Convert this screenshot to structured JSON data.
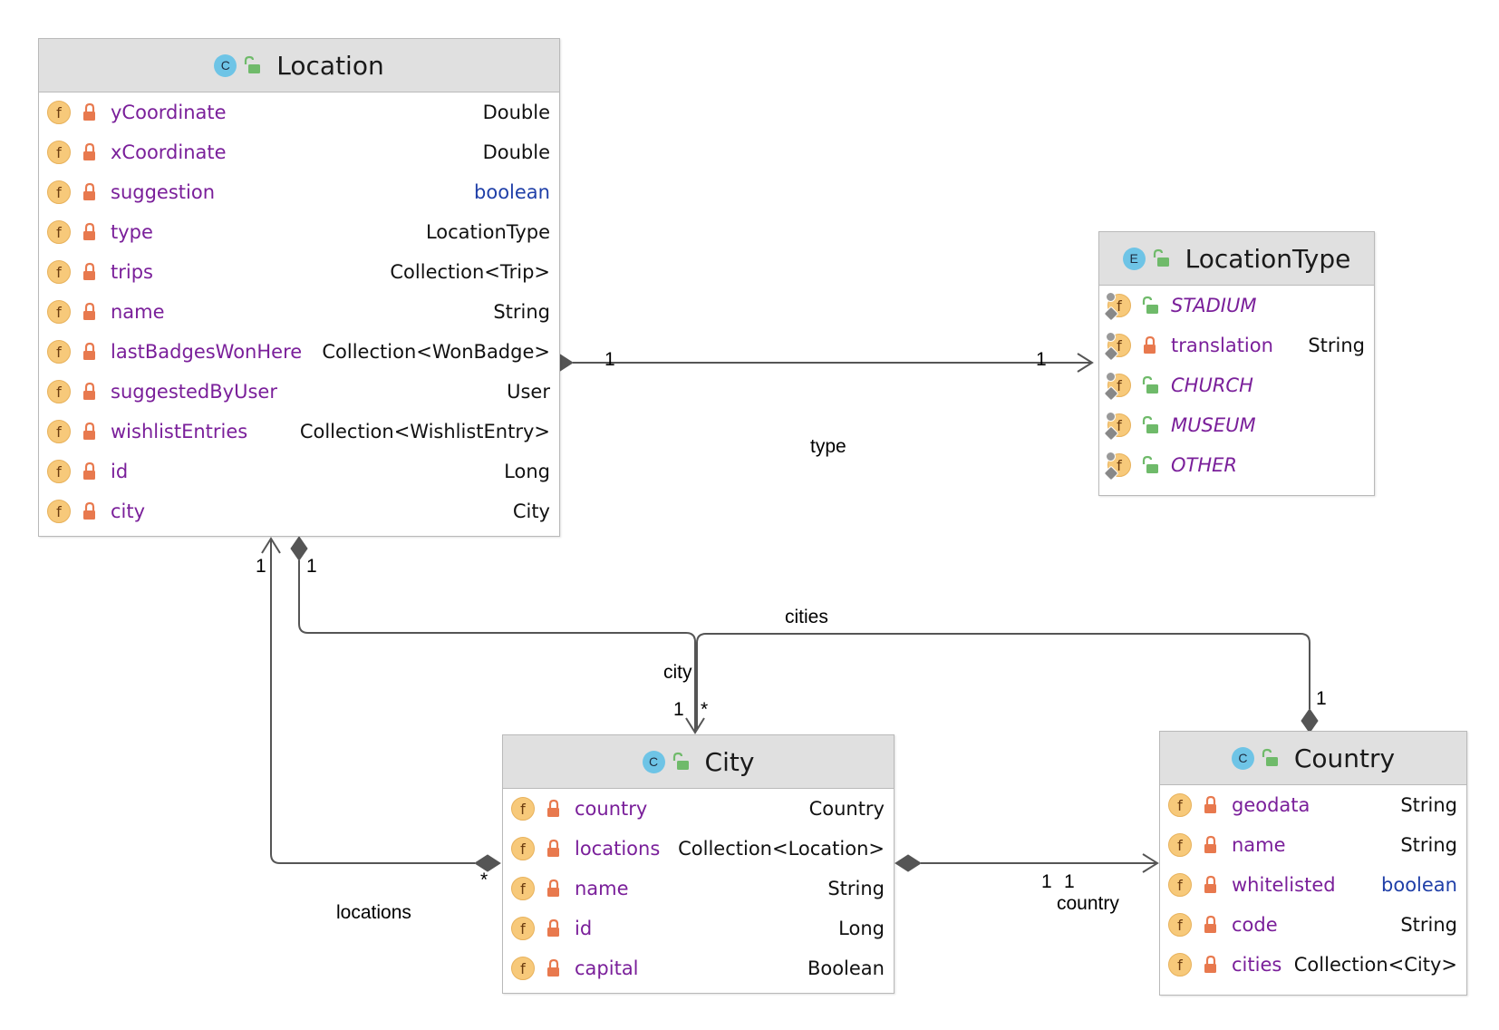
{
  "classes": {
    "location": {
      "title": "Location",
      "kind": "C",
      "fields": [
        {
          "name": "yCoordinate",
          "type": "Double",
          "primitive": false
        },
        {
          "name": "xCoordinate",
          "type": "Double",
          "primitive": false
        },
        {
          "name": "suggestion",
          "type": "boolean",
          "primitive": true
        },
        {
          "name": "type",
          "type": "LocationType",
          "primitive": false
        },
        {
          "name": "trips",
          "type": "Collection<Trip>",
          "primitive": false
        },
        {
          "name": "name",
          "type": "String",
          "primitive": false
        },
        {
          "name": "lastBadgesWonHere",
          "type": "Collection<WonBadge>",
          "primitive": false
        },
        {
          "name": "suggestedByUser",
          "type": "User",
          "primitive": false
        },
        {
          "name": "wishlistEntries",
          "type": "Collection<WishlistEntry>",
          "primitive": false
        },
        {
          "name": "id",
          "type": "Long",
          "primitive": false
        },
        {
          "name": "city",
          "type": "City",
          "primitive": false
        }
      ]
    },
    "location_type": {
      "title": "LocationType",
      "kind": "E",
      "fields": [
        {
          "name": "STADIUM",
          "type": "",
          "enum_constant": true
        },
        {
          "name": "translation",
          "type": "String",
          "enum_constant": false
        },
        {
          "name": "CHURCH",
          "type": "",
          "enum_constant": true
        },
        {
          "name": "MUSEUM",
          "type": "",
          "enum_constant": true
        },
        {
          "name": "OTHER",
          "type": "",
          "enum_constant": true
        }
      ]
    },
    "city": {
      "title": "City",
      "kind": "C",
      "fields": [
        {
          "name": "country",
          "type": "Country",
          "primitive": false
        },
        {
          "name": "locations",
          "type": "Collection<Location>",
          "primitive": false
        },
        {
          "name": "name",
          "type": "String",
          "primitive": false
        },
        {
          "name": "id",
          "type": "Long",
          "primitive": false
        },
        {
          "name": "capital",
          "type": "Boolean",
          "primitive": false
        }
      ]
    },
    "country": {
      "title": "Country",
      "kind": "C",
      "fields": [
        {
          "name": "geodata",
          "type": "String",
          "primitive": false
        },
        {
          "name": "name",
          "type": "String",
          "primitive": false
        },
        {
          "name": "whitelisted",
          "type": "boolean",
          "primitive": true
        },
        {
          "name": "code",
          "type": "String",
          "primitive": false
        },
        {
          "name": "cities",
          "type": "Collection<City>",
          "primitive": false
        }
      ]
    }
  },
  "field_icon_letter": "f",
  "relations": {
    "type": {
      "label": "type",
      "source_mult": "1",
      "target_mult": "1"
    },
    "city": {
      "label": "city",
      "source_mult": "1",
      "target_mult": "1"
    },
    "locations": {
      "label": "locations",
      "source_mult": "*",
      "target_mult": "1"
    },
    "cities": {
      "label": "cities",
      "source_mult": "*",
      "target_mult": "1"
    },
    "country": {
      "label": "country",
      "source_mult": "1",
      "target_mult": "1"
    }
  },
  "colors": {
    "field_name": "#7a1f9a",
    "primitive_type": "#1f3fa8",
    "header_bg": "#e0e0e0",
    "edge": "#555555",
    "private_lock": "#e8794e",
    "public_lock": "#6fba6a"
  }
}
